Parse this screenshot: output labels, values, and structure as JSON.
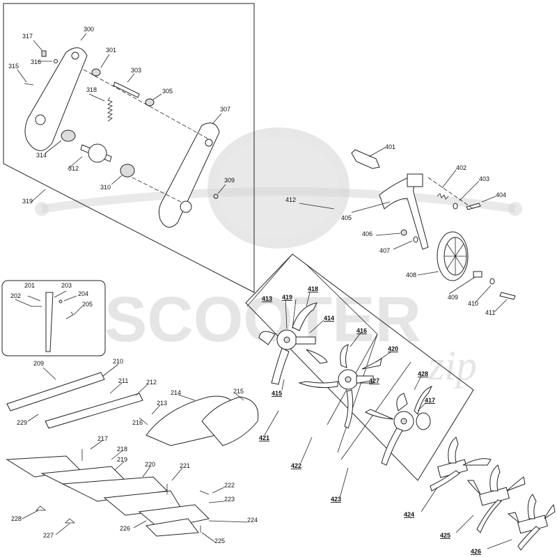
{
  "watermark": {
    "text": "SCOOTER",
    "suffix": "zip"
  },
  "labels": {
    "p300": "300",
    "p301": "301",
    "p303": "303",
    "p305": "305",
    "p307": "307",
    "p309": "309",
    "p310": "310",
    "p312": "312",
    "p314": "314",
    "p315": "315",
    "p316": "316",
    "p317": "317",
    "p318": "318",
    "p319": "319",
    "p201": "201",
    "p202": "202",
    "p203": "203",
    "p204": "204",
    "p205": "205",
    "p209": "209",
    "p210": "210",
    "p211": "211",
    "p212": "212",
    "p213": "213",
    "p214": "214",
    "p215": "215",
    "p216": "216",
    "p217": "217",
    "p218": "218",
    "p219": "219",
    "p220": "220",
    "p221": "221",
    "p222": "222",
    "p223": "223",
    "p224": "224",
    "p225": "225",
    "p226": "226",
    "p227": "227",
    "p228": "228",
    "p229": "229",
    "p401": "401",
    "p402": "402",
    "p403": "403",
    "p404": "404",
    "p405": "405",
    "p406": "406",
    "p407": "407",
    "p408": "408",
    "p409": "409",
    "p410": "410",
    "p411": "411",
    "p412": "412",
    "p413": "413",
    "p414": "414",
    "p415": "415",
    "p416": "416",
    "p417": "417",
    "p418": "418",
    "p419": "419",
    "p420": "420",
    "p421": "421",
    "p422": "422",
    "p423": "423",
    "p424": "424",
    "p425": "425",
    "p426": "426",
    "p427": "427",
    "p428": "428"
  }
}
